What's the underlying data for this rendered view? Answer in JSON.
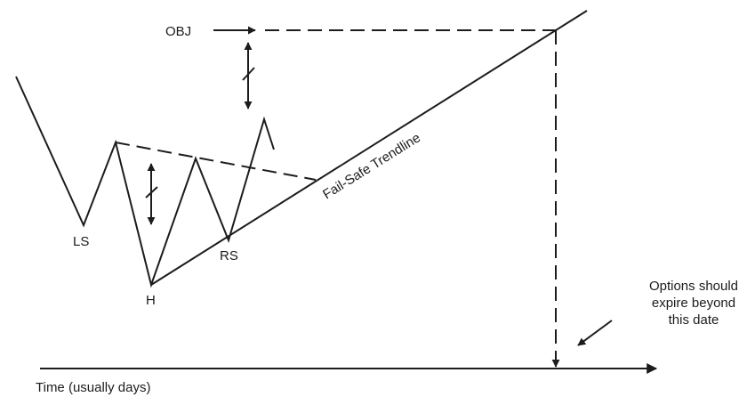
{
  "labels": {
    "objective": "OBJ",
    "left_shoulder": "LS",
    "head": "H",
    "right_shoulder": "RS",
    "trendline": "Fail-Safe Trendline",
    "time_axis": "Time (usually days)"
  },
  "note": {
    "line1": "Options should",
    "line2": "expire beyond",
    "line3": "this date"
  },
  "colors": {
    "ink": "#1c1c1c",
    "background": "#ffffff"
  }
}
